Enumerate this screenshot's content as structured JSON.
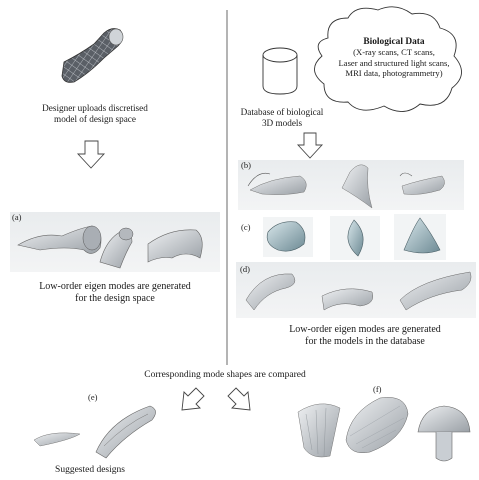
{
  "left": {
    "upload_caption": [
      "Designer uploads discretised",
      "model of design space"
    ],
    "panel_a_label": "(a)",
    "eigen_caption": [
      "Low-order eigen modes are generated",
      "for the design space"
    ]
  },
  "right": {
    "cloud": {
      "title": "Biological Data",
      "lines": [
        "(X-ray scans, CT scans,",
        "Laser and structured light scans,",
        "MRI data, photogrammetry)"
      ]
    },
    "database_caption": [
      "Database of biological",
      "3D models"
    ],
    "panel_b_label": "(b)",
    "panel_c_label": "(c)",
    "panel_d_label": "(d)",
    "eigen_caption": [
      "Low-order eigen modes are generated",
      "for the models in the database"
    ]
  },
  "bottom": {
    "compare_caption": "Corresponding mode shapes are compared",
    "panel_e_label": "(e)",
    "panel_f_label": "(f)",
    "suggested_caption": "Suggested designs"
  },
  "colors": {
    "line": "#444444",
    "surface": "#b9bec4",
    "strip": "#e9ecee"
  }
}
